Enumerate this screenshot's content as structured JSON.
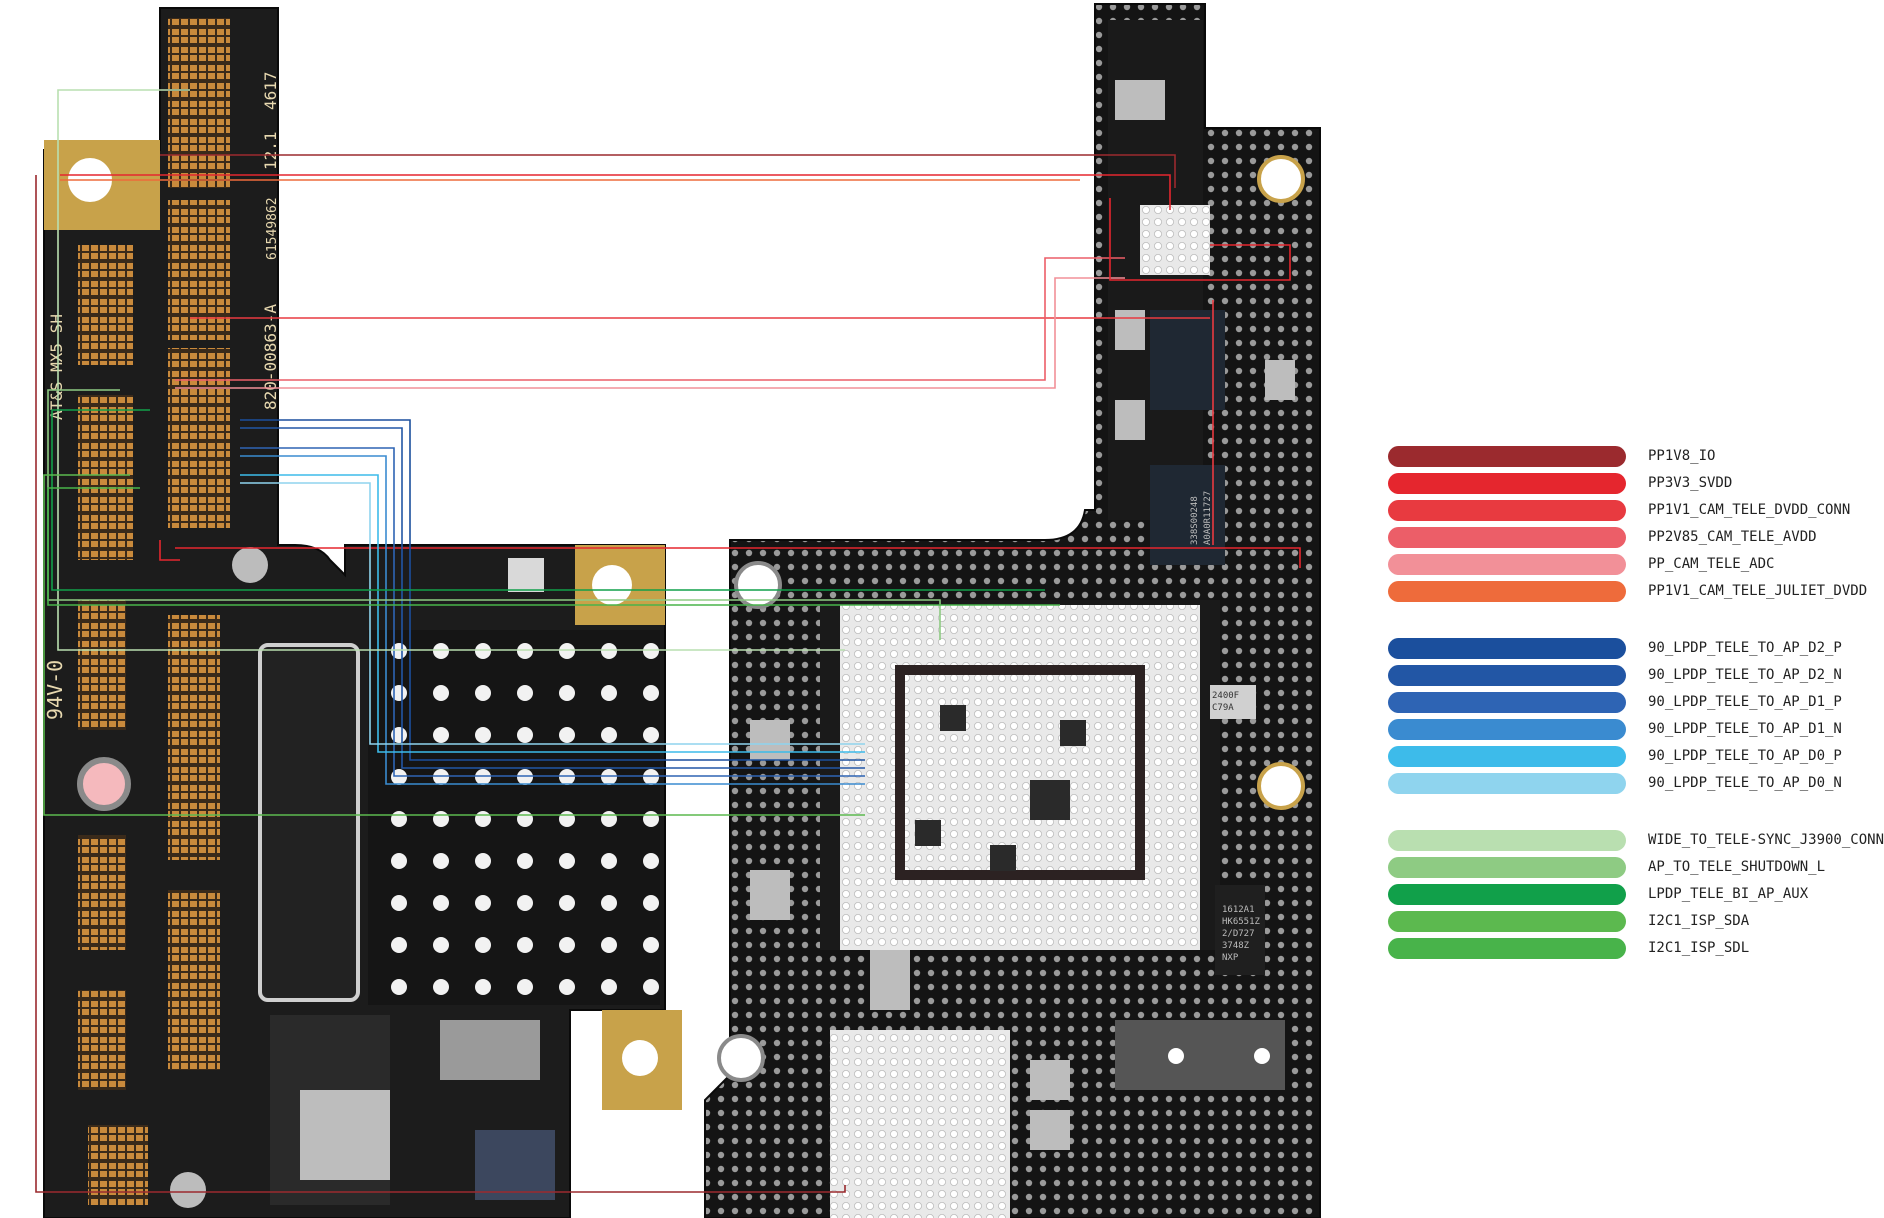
{
  "board": {
    "left_marks": {
      "rev": "12.1",
      "code": "4617",
      "serial": "61549862",
      "part_number": "820-00863-A",
      "vendor": "AT&S MX5 SH",
      "flammability": "94V-0"
    },
    "right_marks": {
      "ic1_line1": "338S00248",
      "ic1_line2": "A0A0R11727",
      "ic2_line1": "1612A1",
      "ic2_line2": "HK6551Z",
      "ic2_line3": "2/D727",
      "ic2_line4": "3748Z",
      "ic2_line5": "NXP",
      "ic3_line1": "2400F",
      "ic3_line2": "C79A"
    }
  },
  "legend": [
    {
      "label": "PP1V8_IO",
      "color": "#9b2a2e",
      "group": 0
    },
    {
      "label": "PP3V3_SVDD",
      "color": "#e5262e",
      "group": 0
    },
    {
      "label": "PP1V1_CAM_TELE_DVDD_CONN",
      "color": "#e83a40",
      "group": 0
    },
    {
      "label": "PP2V85_CAM_TELE_AVDD",
      "color": "#ec5e68",
      "group": 0
    },
    {
      "label": "PP_CAM_TELE_ADC",
      "color": "#f29098",
      "group": 0
    },
    {
      "label": "PP1V1_CAM_TELE_JULIET_DVDD",
      "color": "#ee6b3b",
      "group": 0
    },
    {
      "label": "90_LPDP_TELE_TO_AP_D2_P",
      "color": "#1b4f9d",
      "group": 1
    },
    {
      "label": "90_LPDP_TELE_TO_AP_D2_N",
      "color": "#2256a5",
      "group": 1
    },
    {
      "label": "90_LPDP_TELE_TO_AP_D1_P",
      "color": "#2e64b4",
      "group": 1
    },
    {
      "label": "90_LPDP_TELE_TO_AP_D1_N",
      "color": "#3a8bd0",
      "group": 1
    },
    {
      "label": "90_LPDP_TELE_TO_AP_D0_P",
      "color": "#3dbbea",
      "group": 1
    },
    {
      "label": "90_LPDP_TELE_TO_AP_D0_N",
      "color": "#8fd4ee",
      "group": 1
    },
    {
      "label": "WIDE_TO_TELE-SYNC_J3900_CONN",
      "color": "#b9dfb0",
      "group": 2
    },
    {
      "label": "AP_TO_TELE_SHUTDOWN_L",
      "color": "#8ecb83",
      "group": 2
    },
    {
      "label": "LPDP_TELE_BI_AP_AUX",
      "color": "#11a04a",
      "group": 2
    },
    {
      "label": "I2C1_ISP_SDA",
      "color": "#5cb94f",
      "group": 2
    },
    {
      "label": "I2C1_ISP_SDL",
      "color": "#48b34a",
      "group": 2
    }
  ]
}
